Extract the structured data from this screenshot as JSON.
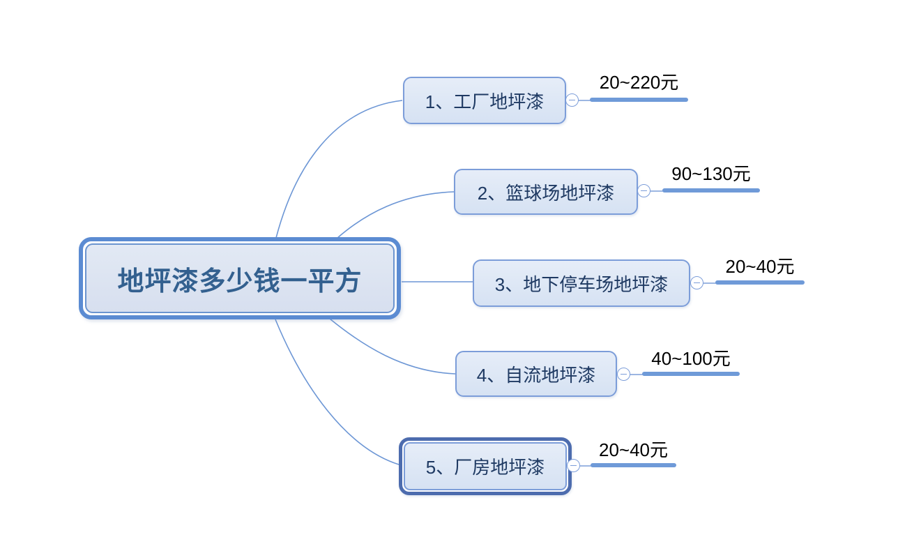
{
  "root": {
    "label": "地坪漆多少钱一平方"
  },
  "branches": [
    {
      "label": "1、工厂地坪漆",
      "price": "20~220元"
    },
    {
      "label": "2、篮球场地坪漆",
      "price": "90~130元"
    },
    {
      "label": "3、地下停车场地坪漆",
      "price": "20~40元"
    },
    {
      "label": "4、自流地坪漆",
      "price": "40~100元"
    },
    {
      "label": "5、厂房地坪漆",
      "price": "20~40元"
    }
  ],
  "icons": {
    "collapse_toggle": "minus-in-circle"
  },
  "colors": {
    "curve": "#6c96d5",
    "branch_border": "#7c9dd9",
    "branch_fill": "#dce6f5",
    "root_border": "#5b8bd2",
    "root_fill": "#dbe3f1",
    "root_text": "#33608f",
    "topic_text": "#1f3a63",
    "price_line": "#6f9ad8",
    "price_text": "#000000",
    "selected_border": "#4d6cae",
    "background": "#ffffff"
  }
}
